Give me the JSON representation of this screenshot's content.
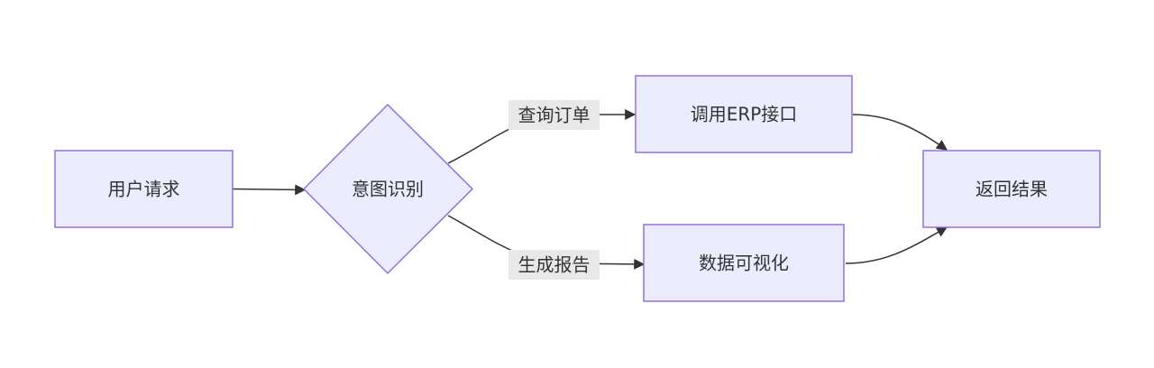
{
  "colors": {
    "node_fill": "#ececff",
    "node_stroke": "#9370db",
    "edge_stroke": "#333333",
    "edge_label_bg": "#e8e8e8",
    "text": "#333333"
  },
  "nodes": {
    "user_request": {
      "label": "用户请求",
      "shape": "rectangle"
    },
    "intent_recognition": {
      "label": "意图识别",
      "shape": "diamond"
    },
    "call_erp": {
      "label": "调用ERP接口",
      "shape": "rectangle"
    },
    "data_visualization": {
      "label": "数据可视化",
      "shape": "rectangle"
    },
    "return_result": {
      "label": "返回结果",
      "shape": "rectangle"
    }
  },
  "edges": {
    "request_to_intent": {
      "from": "用户请求",
      "to": "意图识别",
      "label": ""
    },
    "intent_to_erp": {
      "from": "意图识别",
      "to": "调用ERP接口",
      "label": "查询订单"
    },
    "intent_to_viz": {
      "from": "意图识别",
      "to": "数据可视化",
      "label": "生成报告"
    },
    "erp_to_result": {
      "from": "调用ERP接口",
      "to": "返回结果",
      "label": ""
    },
    "viz_to_result": {
      "from": "数据可视化",
      "to": "返回结果",
      "label": ""
    }
  }
}
